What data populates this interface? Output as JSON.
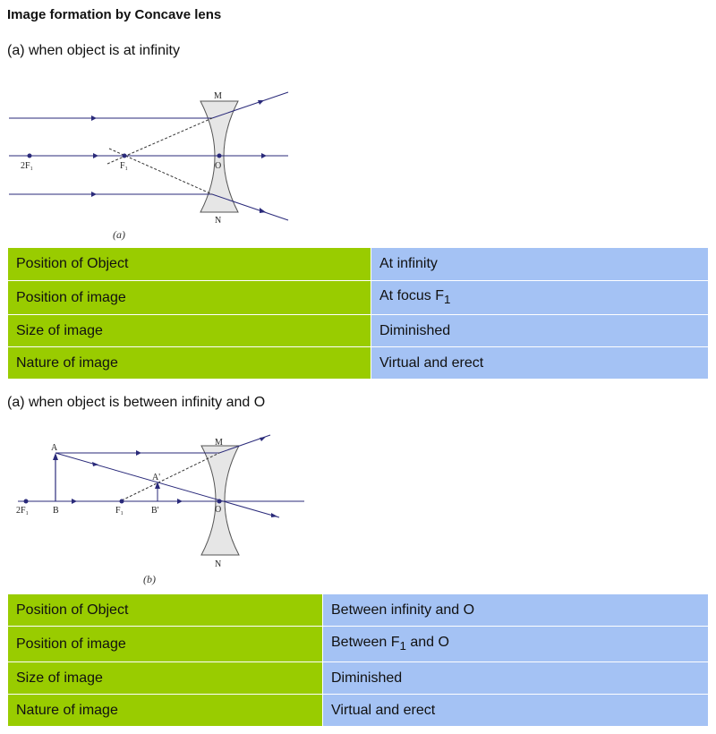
{
  "title": "Image formation by Concave lens",
  "section_a": {
    "heading": "(a) when object is at infinity",
    "diagram": {
      "caption": "(a)",
      "label_M": "M",
      "label_N": "N",
      "label_O": "O",
      "label_2F1": "2F",
      "label_F1": "F",
      "sub1": "1"
    },
    "rows": [
      {
        "key": "Position of Object",
        "value": "At infinity"
      },
      {
        "key": "Position of image",
        "value_prefix": "At focus F",
        "value_sub": "1"
      },
      {
        "key": "Size of image",
        "value": "Diminished"
      },
      {
        "key": "Nature of image",
        "value": "Virtual and erect"
      }
    ]
  },
  "section_b": {
    "heading": "(a) when object is between infinity and O",
    "diagram": {
      "caption": "(b)",
      "label_A": "A",
      "label_B": "B",
      "label_A2": "A'",
      "label_B2": "B'",
      "label_M": "M",
      "label_N": "N",
      "label_O": "O",
      "label_2F1": "2F",
      "label_F1": "F",
      "sub1": "1"
    },
    "rows": [
      {
        "key": "Position of Object",
        "value": "Between infinity and O"
      },
      {
        "key": "Position of image",
        "value_prefix": "Between F",
        "value_sub": "1",
        "value_suffix": " and O"
      },
      {
        "key": "Size of image",
        "value": "Diminished"
      },
      {
        "key": "Nature of image",
        "value": "Virtual and erect"
      }
    ]
  },
  "colors": {
    "key_bg": "#99cc00",
    "value_bg": "#a4c2f4",
    "ray": "#2a2a7a"
  }
}
